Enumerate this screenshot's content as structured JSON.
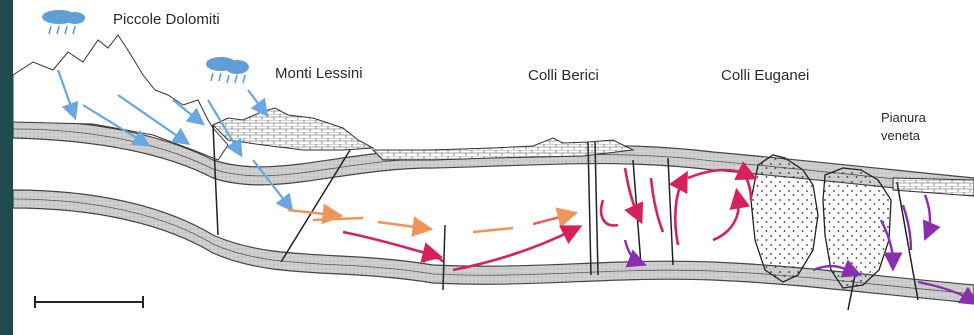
{
  "labels": {
    "piccole_dolomiti": "Piccole Dolomiti",
    "monti_lessini": "Monti Lessini",
    "colli_berici": "Colli Berici",
    "colli_euganei": "Colli Euganei",
    "pianura_line1": "Pianura",
    "pianura_line2": "veneta"
  },
  "colors": {
    "background_frame": "#1f4a4f",
    "panel": "#ffffff",
    "recharge_flow": "#6aa6e0",
    "warm_flow": "#f0945a",
    "hot_flow": "#d8205a",
    "deep_flow": "#8a2fb0",
    "cloud": "#5f9fd6"
  },
  "icons": [
    "rain-cloud-icon",
    "rain-cloud-icon"
  ],
  "scale_bar": "scale-bar"
}
